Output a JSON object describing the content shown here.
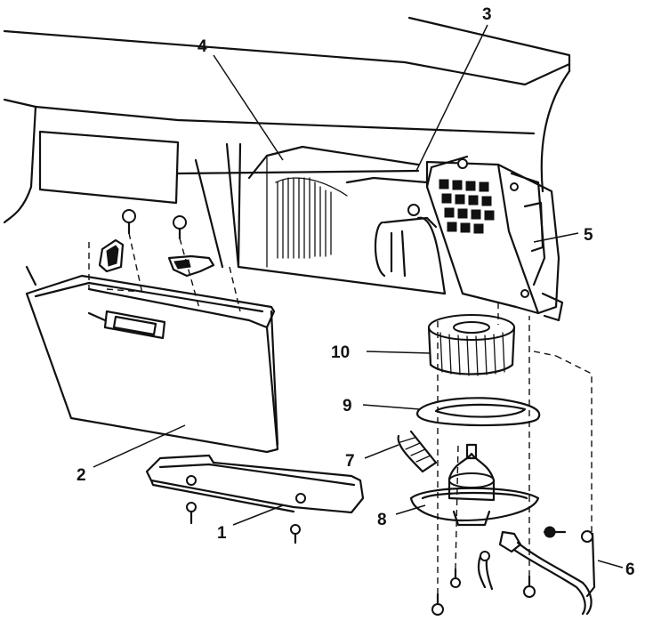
{
  "callouts": {
    "c1": "1",
    "c2": "2",
    "c3": "3",
    "c4": "4",
    "c5": "5",
    "c6": "6",
    "c7": "7",
    "c8": "8",
    "c9": "9",
    "c10": "10"
  },
  "colors": {
    "ink": "#111111",
    "paper": "#ffffff"
  }
}
